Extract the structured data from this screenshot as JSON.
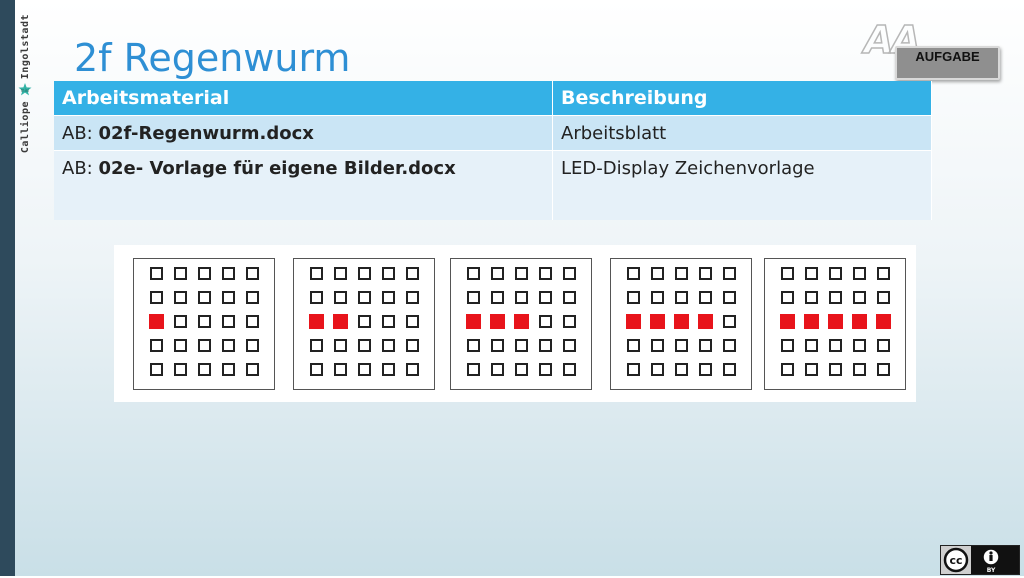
{
  "sidebar_text": {
    "top": "Ingolstadt",
    "bottom": "Calliope",
    "star_label": "mini"
  },
  "title": "2f Regenwurm",
  "badge": {
    "letters": "AA",
    "label": "AUFGABE"
  },
  "table": {
    "headers": [
      "Arbeitsmaterial",
      "Beschreibung"
    ],
    "rows": [
      {
        "prefix": "AB: ",
        "file": "02f-Regenwurm.docx",
        "desc": "Arbeitsblatt"
      },
      {
        "prefix": "AB: ",
        "file": "02e- Vorlage für eigene Bilder.docx",
        "desc": "LED-Display Zeichenvorlage"
      }
    ]
  },
  "led_frames": [
    {
      "lit_row": 2,
      "lit_count": 1
    },
    {
      "lit_row": 2,
      "lit_count": 2
    },
    {
      "lit_row": 2,
      "lit_count": 3
    },
    {
      "lit_row": 2,
      "lit_count": 4
    },
    {
      "lit_row": 2,
      "lit_count": 5
    }
  ],
  "colors": {
    "title": "#2e8fd4",
    "header": "#34b1e6",
    "led_on": "#e8141b",
    "sidebar": "#2e4a5c"
  },
  "license": {
    "cc": "cc",
    "by": "BY"
  }
}
